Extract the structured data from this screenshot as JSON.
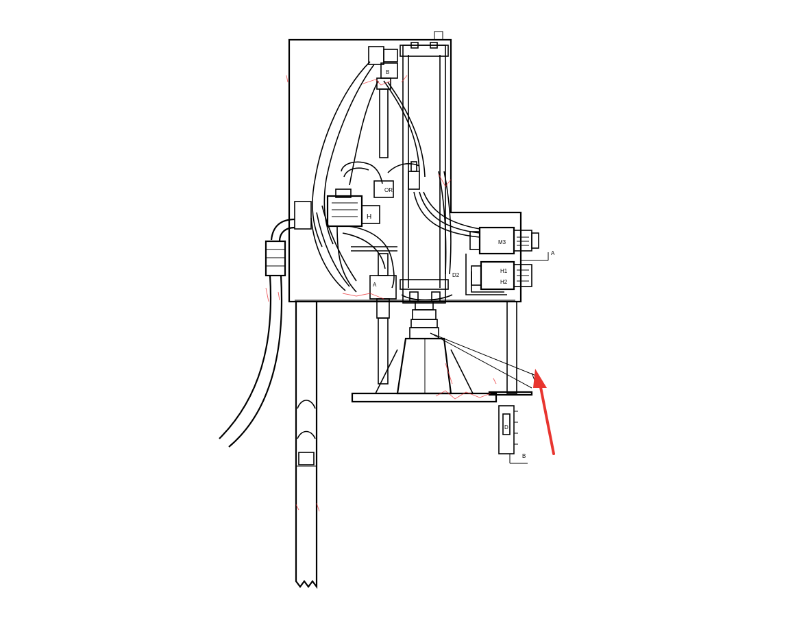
{
  "labels": {
    "B_top": "B",
    "OR": "OR",
    "H": "H",
    "M3": "M3",
    "A_top": "A",
    "A_small": "A",
    "D2": "D2",
    "H1": "H1",
    "H2": "H2",
    "D": "D",
    "B_bottom": "B"
  },
  "colors": {
    "line": "#000000",
    "annotation": "#e8272b",
    "pointer_arrow": "#e8352f",
    "background": "#ffffff"
  }
}
